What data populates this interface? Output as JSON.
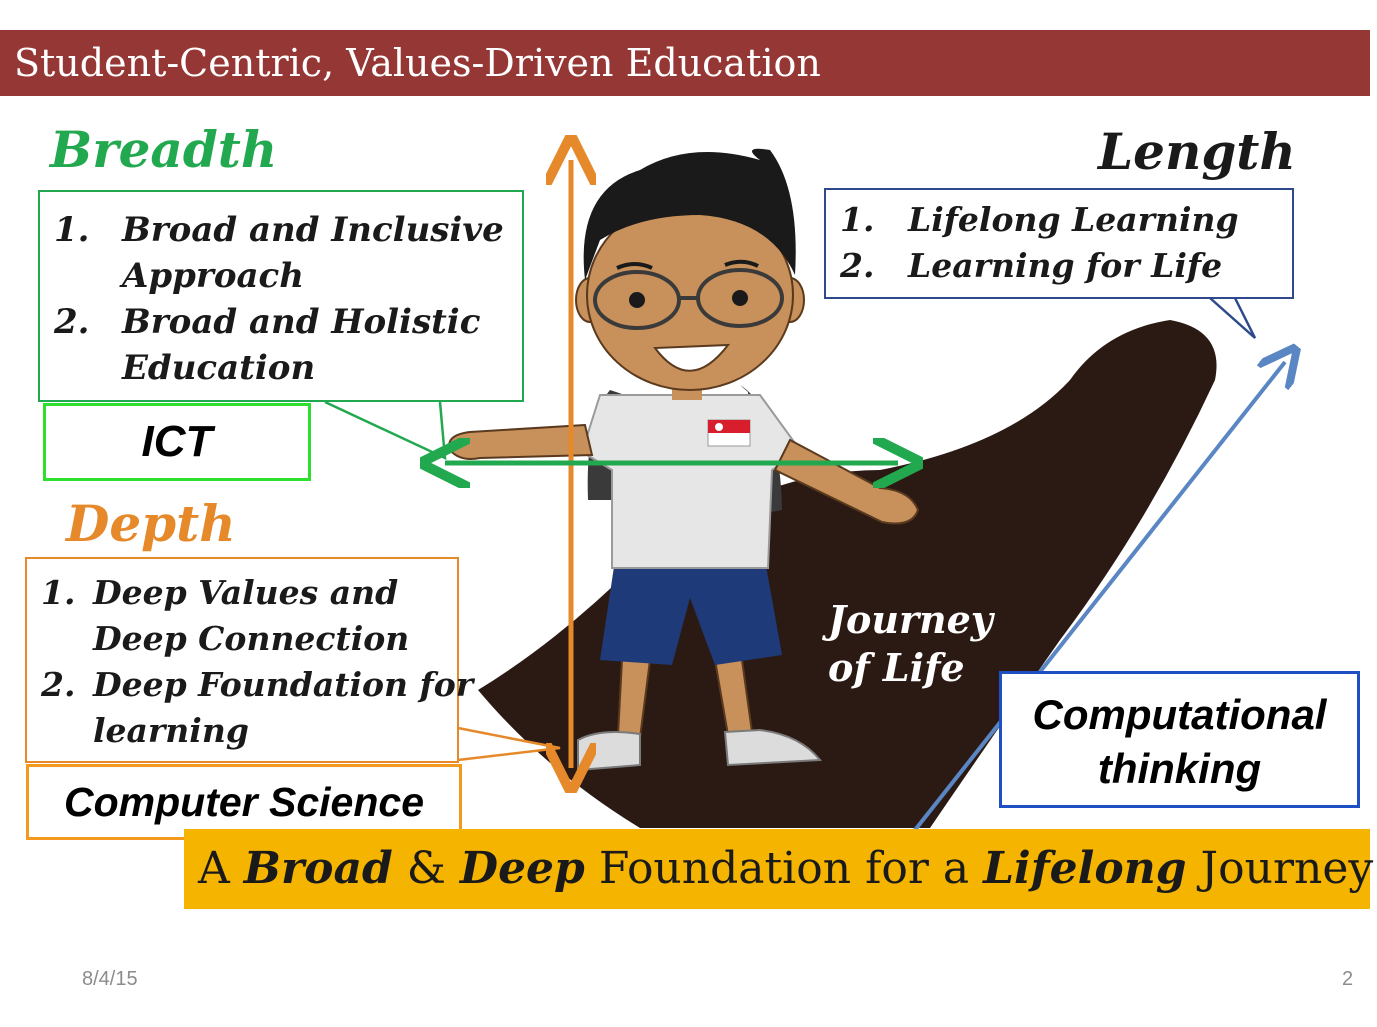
{
  "title": "Student-Centric, Values-Driven Education",
  "breadth": {
    "heading": "Breadth",
    "items": [
      {
        "num": "1.",
        "lines": [
          "Broad and Inclusive",
          "Approach"
        ]
      },
      {
        "num": "2.",
        "lines": [
          "Broad and Holistic",
          "Education"
        ]
      }
    ]
  },
  "length": {
    "heading": "Length",
    "items": [
      {
        "num": "1.",
        "text": "Lifelong Learning"
      },
      {
        "num": "2.",
        "text": "Learning for Life"
      }
    ]
  },
  "depth": {
    "heading": "Depth",
    "items": [
      {
        "num": "1.",
        "lines": [
          "Deep Values and",
          "Deep Connection"
        ]
      },
      {
        "num": "2.",
        "lines": [
          "Deep Foundation for",
          "learning"
        ]
      }
    ]
  },
  "ict_label": "ICT",
  "computer_science_label": "Computer Science",
  "computational_thinking": {
    "line1": "Computational",
    "line2": "thinking"
  },
  "journey": {
    "line1": "Journey",
    "line2": "of Life"
  },
  "foundation": {
    "p1": "A ",
    "b1": "Broad",
    "p2": " & ",
    "b2": "Deep",
    "p3": " Foundation for a ",
    "b3": "Lifelong",
    "p4": " Journey"
  },
  "footer": {
    "date": "8/4/15",
    "page": "2"
  },
  "colors": {
    "title_bar": "#953735",
    "breadth": "#22a94f",
    "depth": "#e6892a",
    "length_box": "#2e4a8c",
    "ict_box": "#2ee02e",
    "ct_box": "#1f4fc4",
    "path": "#2b1a13",
    "banner": "#f4b400"
  }
}
